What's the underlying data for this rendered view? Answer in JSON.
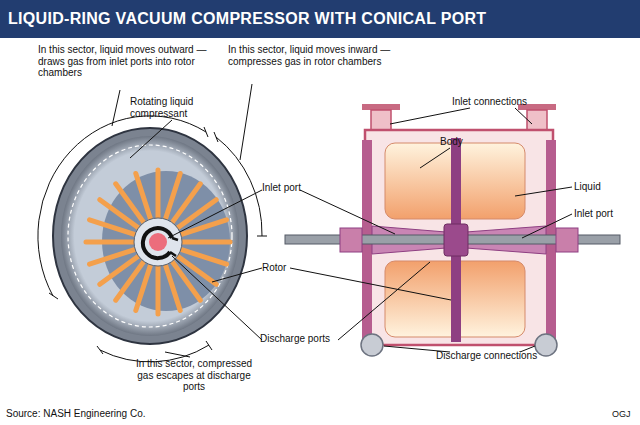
{
  "diagram": {
    "title": "LIQUID-RING VACUUM COMPRESSOR WITH CONICAL PORT",
    "labels": [
      "In this sector, liquid moves outward — draws gas from inlet ports into rotor chambers",
      "In this sector, liquid moves inward — compresses gas in rotor chambers",
      "Rotating liquid compressant",
      "Inlet connections",
      "Body",
      "Liquid",
      "Inlet port",
      "Inlet port",
      "Rotor",
      "Discharge ports",
      "Discharge connections",
      "In this sector, compressed gas escapes at discharge ports",
      "Source: NASH Engineering Co.",
      "OGJ"
    ]
  }
}
